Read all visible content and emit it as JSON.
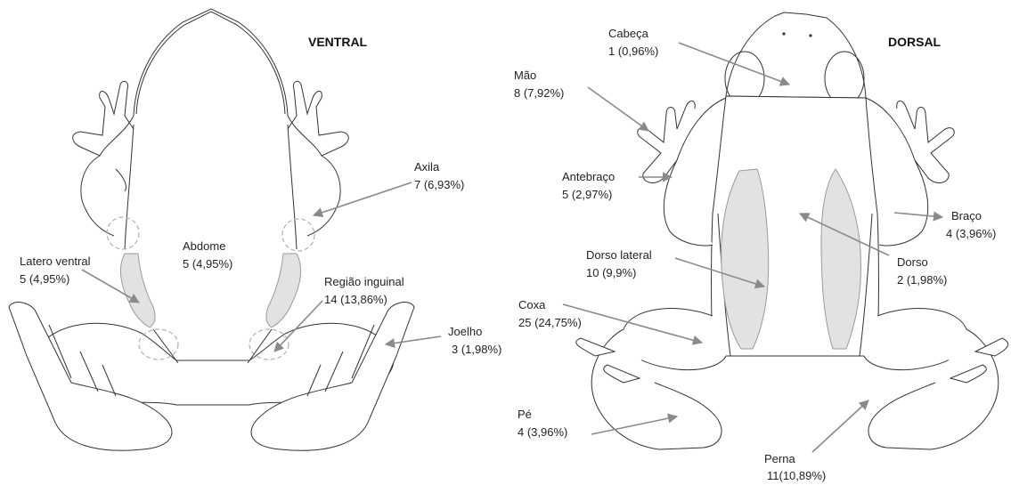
{
  "figure": {
    "ventral": {
      "heading": "VENTRAL",
      "labels": {
        "axila": {
          "name": "Axila",
          "value": "7 (6,93%)"
        },
        "abdome": {
          "name": "Abdome",
          "value": "5 (4,95%)"
        },
        "latero_ventral": {
          "name": "Latero ventral",
          "value": "5 (4,95%)"
        },
        "regiao_inguinal": {
          "name": "Região inguinal",
          "value": "14 (13,86%)"
        },
        "joelho": {
          "name": "Joelho",
          "value": "3 (1,98%)"
        }
      }
    },
    "dorsal": {
      "heading": "DORSAL",
      "labels": {
        "cabeca": {
          "name": "Cabeça",
          "value": "1 (0,96%)"
        },
        "mao": {
          "name": "Mão",
          "value": "8 (7,92%)"
        },
        "antebraco": {
          "name": "Antebraço",
          "value": "5 (2,97%)"
        },
        "braco": {
          "name": "Braço",
          "value": "4 (3,96%)"
        },
        "dorso_lateral": {
          "name": "Dorso lateral",
          "value": "10 (9,9%)"
        },
        "dorso": {
          "name": "Dorso",
          "value": "2 (1,98%)"
        },
        "coxa": {
          "name": "Coxa",
          "value": "25 (24,75%)"
        },
        "pe": {
          "name": "Pé",
          "value": "4 (3,96%)"
        },
        "perna": {
          "name": "Perna",
          "value": "11(10,89%)"
        }
      }
    },
    "colors": {
      "outline": "#333333",
      "highlight_fill": "#e2e2e2",
      "arrow": "#8a8a8a",
      "dashed_circle": "#b0b0b0"
    }
  }
}
